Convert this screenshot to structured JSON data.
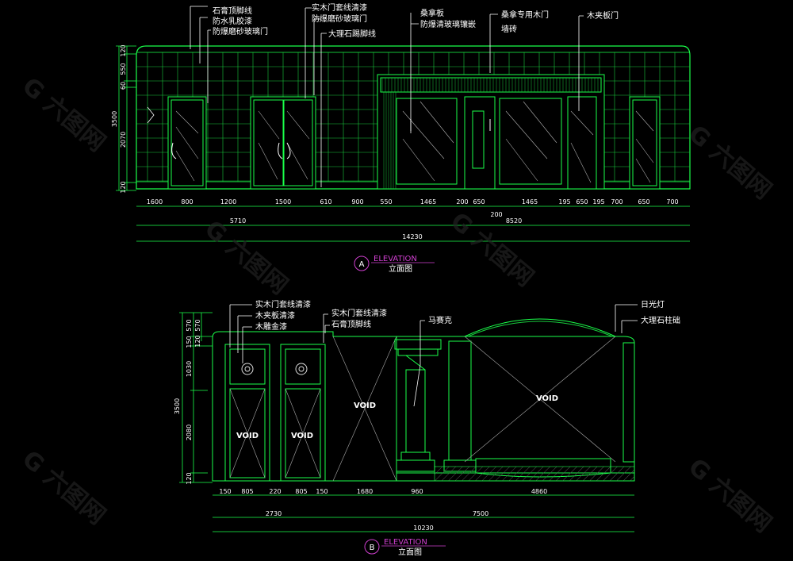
{
  "watermark": {
    "text": "G 六图网"
  },
  "elevation_a": {
    "title": "ELEVATION",
    "subtitle": "立面图",
    "marker": "A",
    "callouts_left": [
      "石膏顶脚线",
      "防水乳胶漆",
      "防爆磨砂玻璃门"
    ],
    "callouts_mid": [
      "实木门套线清漆",
      "防爆磨砂玻璃门",
      "大理石踢脚线"
    ],
    "callouts_sang": [
      "桑拿板",
      "防爆清玻璃镶嵌"
    ],
    "callouts_door": [
      "桑拿专用木门",
      "墙砖"
    ],
    "callout_veneer": "木夹板门",
    "vertical_dims": [
      "120",
      "550",
      "60",
      "2070",
      "120"
    ],
    "vertical_total": "3500",
    "horizontal_dims": [
      "1600",
      "800",
      "1200",
      "1500",
      "610",
      "900",
      "550",
      "1465",
      "200",
      "650",
      "1465",
      "195",
      "650",
      "195",
      "700",
      "650",
      "700"
    ],
    "sub_dim_200": "200",
    "segment_dims": [
      "5710",
      "8520"
    ],
    "total_dim": "14230"
  },
  "elevation_b": {
    "title": "ELEVATION",
    "subtitle": "立面图",
    "marker": "B",
    "callouts_left": [
      "实木门套线清漆",
      "木夹板清漆",
      "木雕金漆"
    ],
    "callouts_mid": [
      "实木门套线清漆",
      "石膏顶脚线"
    ],
    "callout_mosaic": "马赛克",
    "callouts_right": [
      "日光灯",
      "大理石柱础"
    ],
    "void_label": "VOID",
    "vertical_dims_outer": [
      "570",
      "150",
      "1030",
      "2080",
      "120"
    ],
    "vertical_dims_inner": [
      "570",
      "120"
    ],
    "vertical_total": "3500",
    "horizontal_dims": [
      "150",
      "805",
      "220",
      "805",
      "150",
      "1680",
      "960",
      "4860"
    ],
    "segment_dims": [
      "2730",
      "7500"
    ],
    "total_dim": "10230"
  }
}
